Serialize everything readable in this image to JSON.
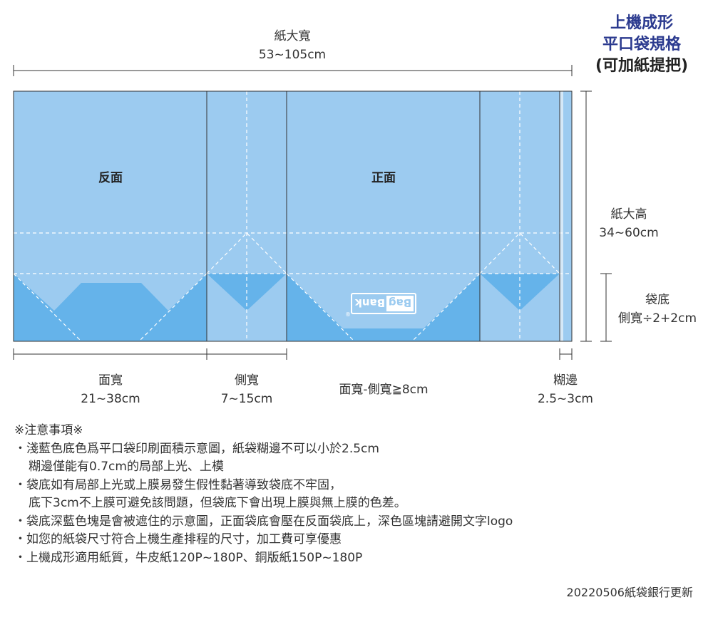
{
  "header": {
    "line1": "上機成形",
    "line2": "平口袋規格",
    "line3": "(可加紙提把)"
  },
  "dimensions": {
    "paper_width_label": "紙大寬",
    "paper_width_value": "53~105cm",
    "paper_height_label": "紙大高",
    "paper_height_value": "34~60cm",
    "bottom_label": "袋底",
    "bottom_value": "側寬÷2+2cm",
    "face_width_label": "面寬",
    "face_width_value": "21~38cm",
    "side_width_label": "側寬",
    "side_width_value": "7~15cm",
    "face_minus_side": "面寬-側寬≧8cm",
    "glue_label": "糊邊",
    "glue_value": "2.5~3cm"
  },
  "panels": {
    "back": "反面",
    "front": "正面"
  },
  "logo": {
    "text_a": "Bag",
    "text_b": "Bank",
    "registered": "®"
  },
  "notes": {
    "title": "※注意事項※",
    "item1_line1": "・淺藍色底色爲平口袋印刷面積示意圖，紙袋糊邊不可以小於2.5cm",
    "item1_line2": "糊邊僅能有0.7cm的局部上光、上模",
    "item2_line1": "・袋底如有局部上光或上膜易發生假性黏著導致袋底不牢固，",
    "item2_line2": "底下3cm不上膜可避免該問題，但袋底下會出現上膜與無上膜的色差。",
    "item3": "・袋底深藍色塊是會被遮住的示意圖，正面袋底會壓在反面袋底上，深色區塊請避開文字logo",
    "item4": "・如您的紙袋尺寸符合上機生產排程的尺寸，加工費可享優惠",
    "item5": "・上機成形適用紙質，牛皮紙120P~180P、銅版紙150P~180P"
  },
  "footer": "20220506紙袋銀行更新",
  "colors": {
    "light_blue": "#9ccbf0",
    "dark_blue": "#65b3ea",
    "title_blue": "#2b3a8f",
    "line": "#333333"
  }
}
